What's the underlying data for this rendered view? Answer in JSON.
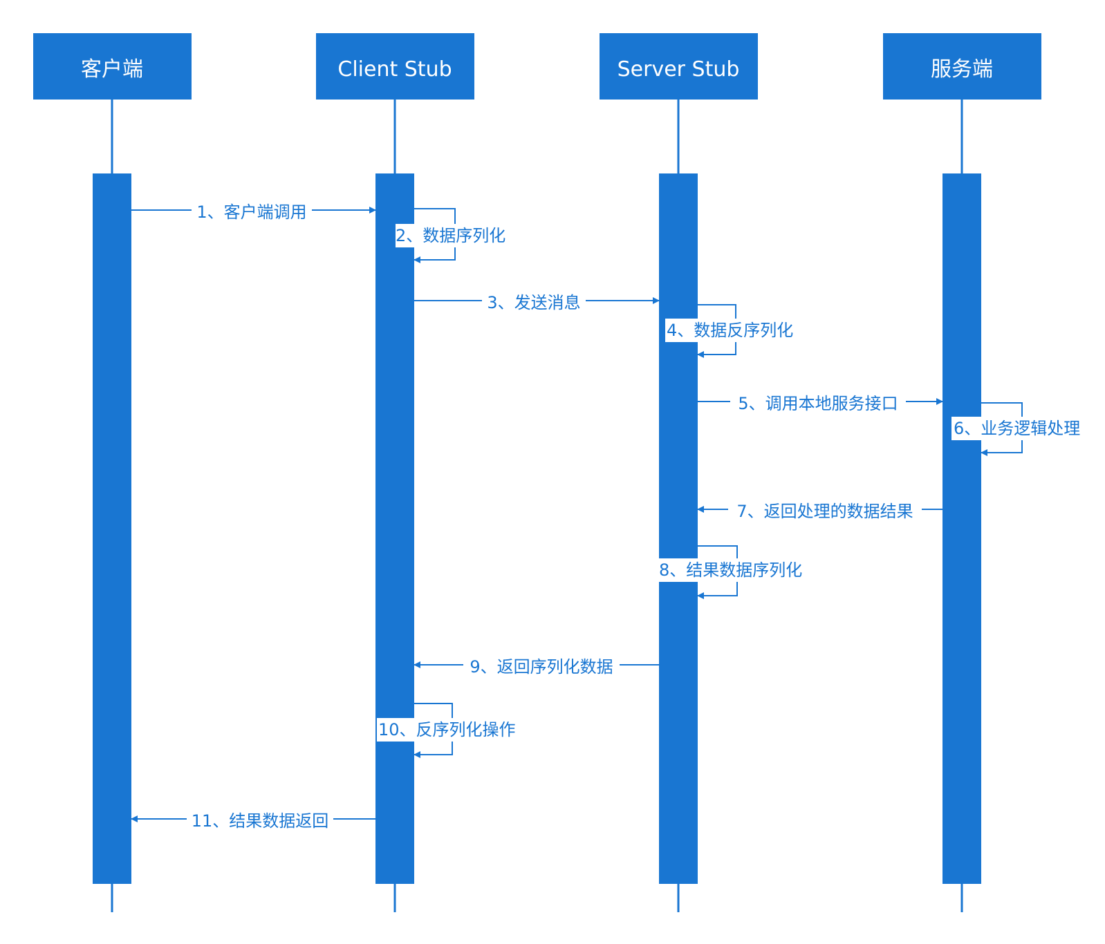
{
  "theme": {
    "accent": "#1976d2",
    "background": "#ffffff"
  },
  "participants": [
    {
      "id": "client",
      "label": "客户端"
    },
    {
      "id": "client_stub",
      "label": "Client Stub"
    },
    {
      "id": "server_stub",
      "label": "Server Stub"
    },
    {
      "id": "server",
      "label": "服务端"
    }
  ],
  "messages": [
    {
      "from": "client",
      "to": "client_stub",
      "label": "1、客户端调用"
    },
    {
      "from": "client_stub",
      "to": "client_stub",
      "label": "2、数据序列化"
    },
    {
      "from": "client_stub",
      "to": "server_stub",
      "label": "3、发送消息"
    },
    {
      "from": "server_stub",
      "to": "server_stub",
      "label": "4、数据反序列化"
    },
    {
      "from": "server_stub",
      "to": "server",
      "label": "5、调用本地服务接口"
    },
    {
      "from": "server",
      "to": "server",
      "label": "6、业务逻辑处理"
    },
    {
      "from": "server",
      "to": "server_stub",
      "label": "7、返回处理的数据结果"
    },
    {
      "from": "server_stub",
      "to": "server_stub",
      "label": "8、结果数据序列化"
    },
    {
      "from": "server_stub",
      "to": "client_stub",
      "label": "9、返回序列化数据"
    },
    {
      "from": "client_stub",
      "to": "client_stub",
      "label": "10、反序列化操作"
    },
    {
      "from": "client_stub",
      "to": "client",
      "label": "11、结果数据返回"
    }
  ]
}
